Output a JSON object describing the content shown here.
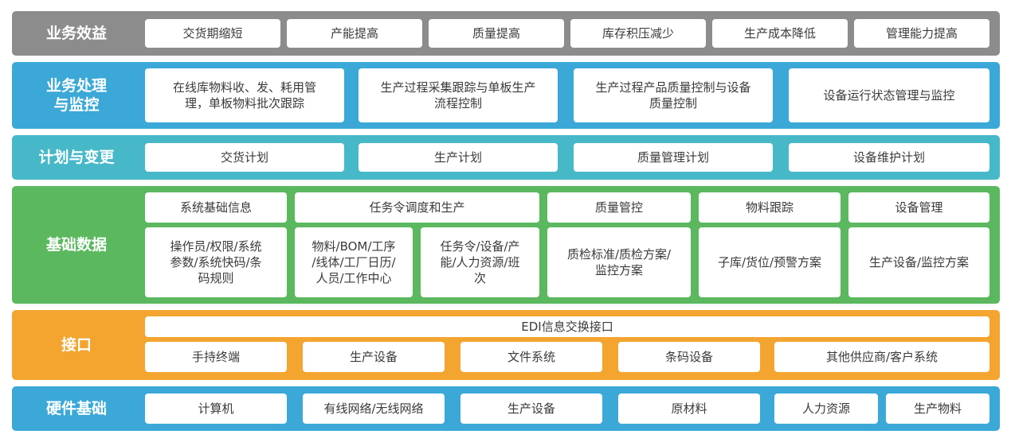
{
  "bands": {
    "benefit": {
      "label": "业务效益",
      "items": [
        "交货期缩短",
        "产能提高",
        "质量提高",
        "库存积压减少",
        "生产成本降低",
        "管理能力提高"
      ]
    },
    "process": {
      "label": "业务处理\n与监控",
      "items": [
        "在线库物料收、发、耗用管\n理，单板物料批次跟踪",
        "生产过程采集跟踪与单板生产\n流程控制",
        "生产过程产品质量控制与设备\n质量控制",
        "设备运行状态管理与监控"
      ]
    },
    "plan": {
      "label": "计划与变更",
      "items": [
        "交货计划",
        "生产计划",
        "质量管理计划",
        "设备维护计划"
      ]
    },
    "base": {
      "label": "基础数据",
      "headers": [
        "系统基础信息",
        "任务令调度和生产",
        "质量管控",
        "物料跟踪",
        "设备管理"
      ],
      "details": [
        "操作员/权限/系统\n参数/系统快码/条\n码规则",
        "物料/BOM/工序\n/线体/工厂日历/\n人员/工作中心",
        "任务令/设备/产\n能/人力资源/班\n次",
        "质检标准/质检方案/\n监控方案",
        "子库/货位/预警方案",
        "生产设备/监控方案"
      ]
    },
    "iface": {
      "label": "接口",
      "top": "EDI信息交换接口",
      "items": [
        "手持终端",
        "生产设备",
        "文件系统",
        "条码设备",
        "其他供应商/客户系统"
      ]
    },
    "hw": {
      "label": "硬件基础",
      "items": [
        "计算机",
        "有线网络/无线网络",
        "生产设备",
        "原材料",
        "人力资源",
        "生产物料"
      ]
    }
  },
  "colors": {
    "benefit": "#8c8c8c",
    "process": "#3ba8d8",
    "plan": "#47b8c8",
    "base": "#5bb85f",
    "iface": "#f3a530",
    "hw": "#3ba8d8"
  }
}
